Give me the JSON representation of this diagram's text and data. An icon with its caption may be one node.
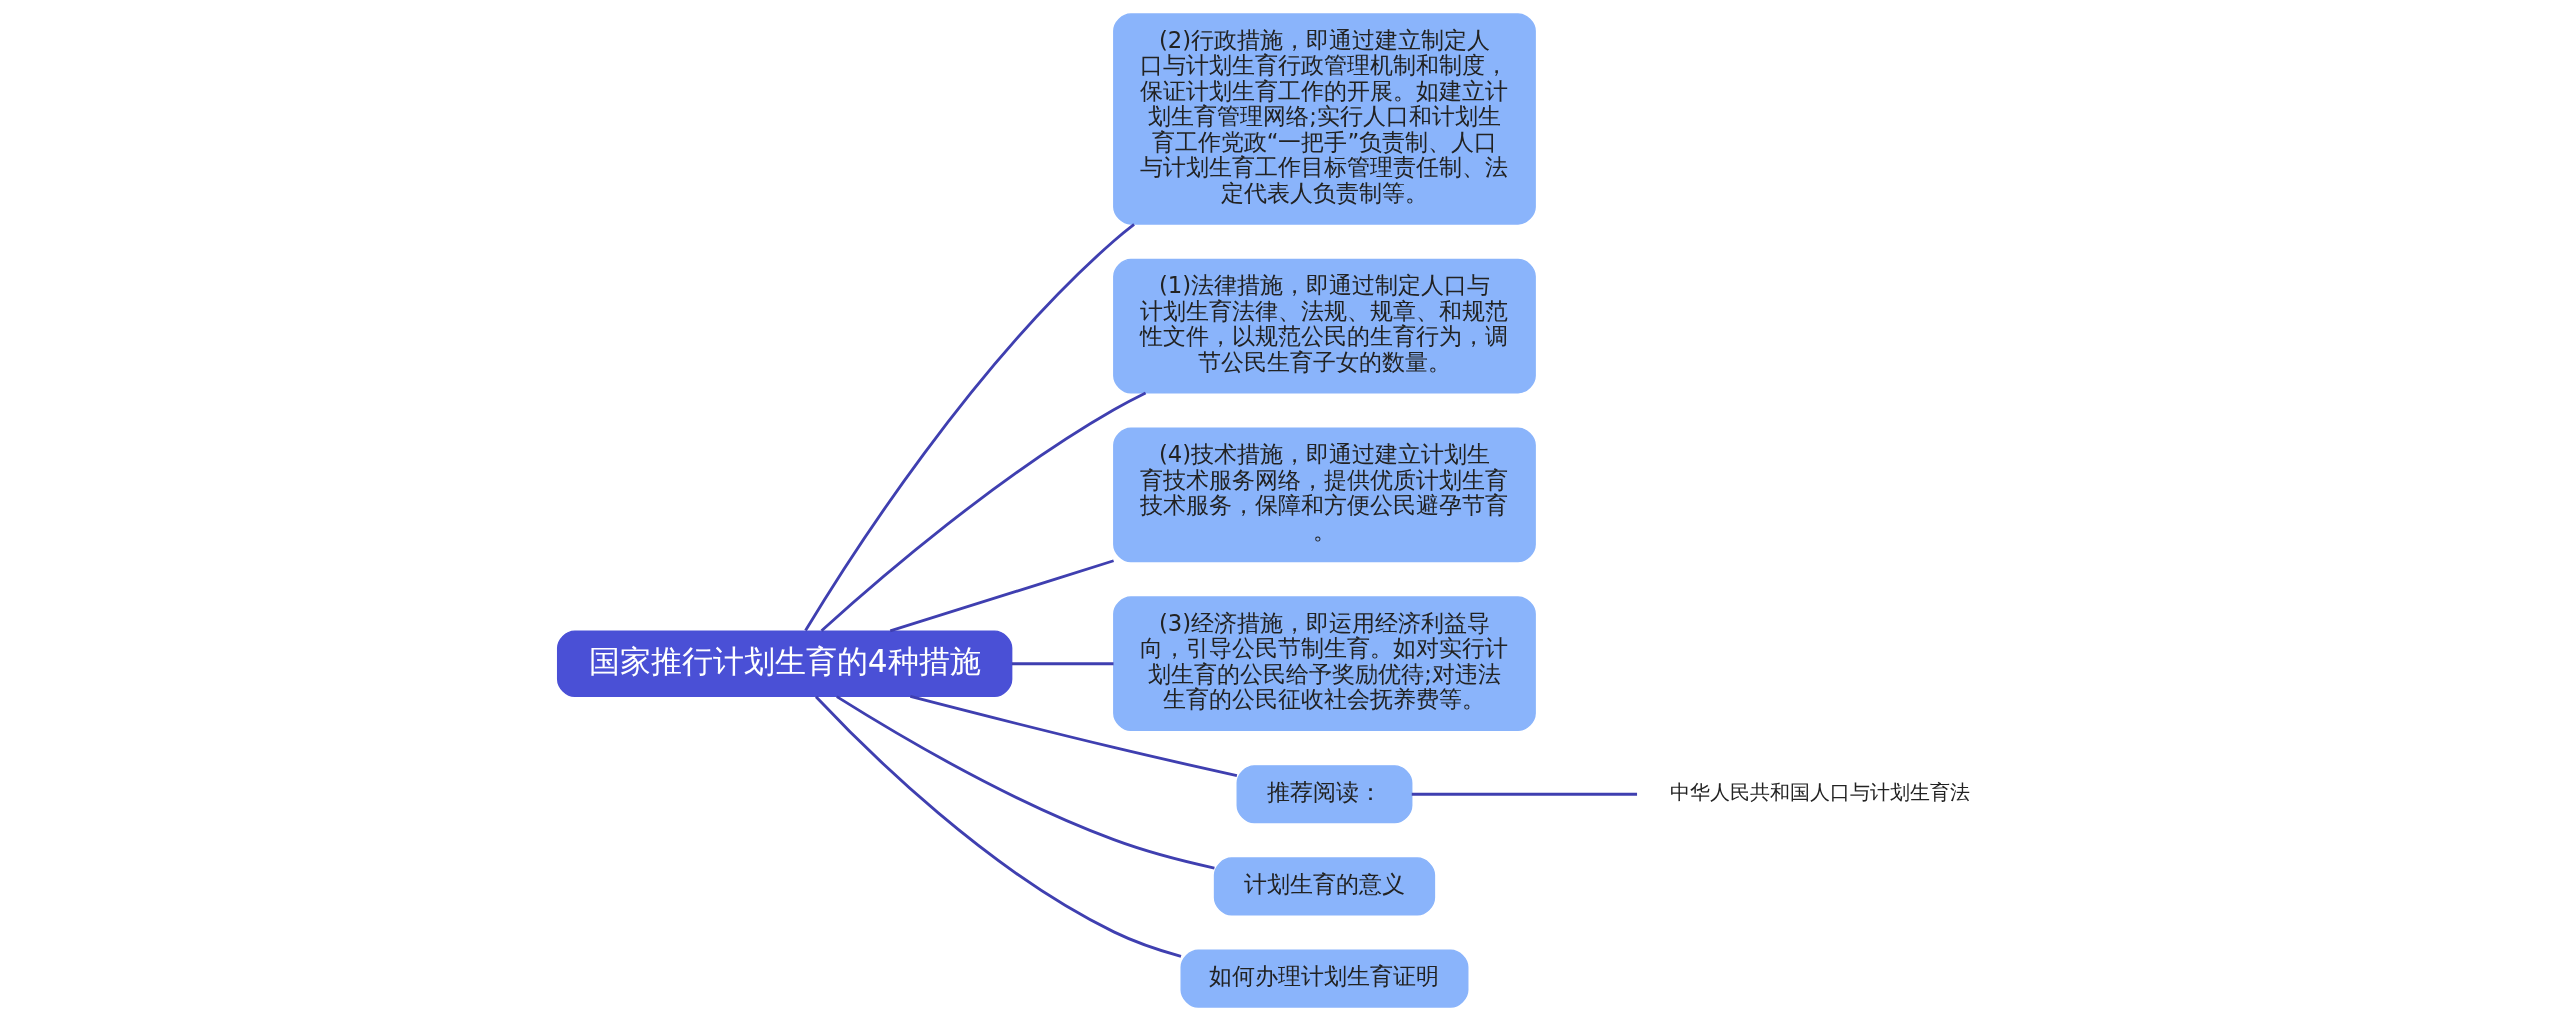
{
  "diagram": {
    "nodes": [
      {
        "text": [
          "国家推行计划生育的4种措施"
        ]
      },
      {
        "text": [
          "(2)行政措施，即通过建立制定人口与计划生育行政管理机制和制度，保证计划生育工作的开展。如建立计划生育管理网络;实行人口和计划生育工作党政“一把手”负责制、人口与计划生育工作目标管理责任制、法定代表人负责制等。"
        ]
      },
      {
        "text": [
          "(1)法律措施，即通过制定人口与计划生育法律、法规、规章、和规范性文件，以规范公民的生育行为，调节公民生育子女的数量。"
        ]
      },
      {
        "text": [
          "(4)技术措施，即通过建立计划生育技术服务网络，提供优质计划生育技术服务，保障和方便公民避孕节育。"
        ]
      },
      {
        "text": [
          "(3)经济措施，即运用经济利益导向，引导公民节制生育。如对实行计划生育的公民给予奖励优待;对违法生育的公民征收社会抚养费等。"
        ]
      },
      {
        "text": [
          "推荐阅读："
        ]
      },
      {
        "text": [
          "计划生育的意义"
        ]
      },
      {
        "text": [
          "如何办理计划生育证明"
        ]
      },
      {
        "text": [
          "中华人民共和国人口与计划生育法"
        ]
      }
    ],
    "edges": [
      {
        "from": 0,
        "to": 1,
        "arrow": "none"
      },
      {
        "from": 0,
        "to": 2,
        "arrow": "none"
      },
      {
        "from": 0,
        "to": 3,
        "arrow": "none"
      },
      {
        "from": 0,
        "to": 4,
        "arrow": "none"
      },
      {
        "from": 0,
        "to": 5,
        "arrow": "none"
      },
      {
        "from": 0,
        "to": 6,
        "arrow": "none"
      },
      {
        "from": 0,
        "to": 7,
        "arrow": "none"
      },
      {
        "from": 5,
        "to": 8,
        "arrow": "none"
      }
    ]
  }
}
